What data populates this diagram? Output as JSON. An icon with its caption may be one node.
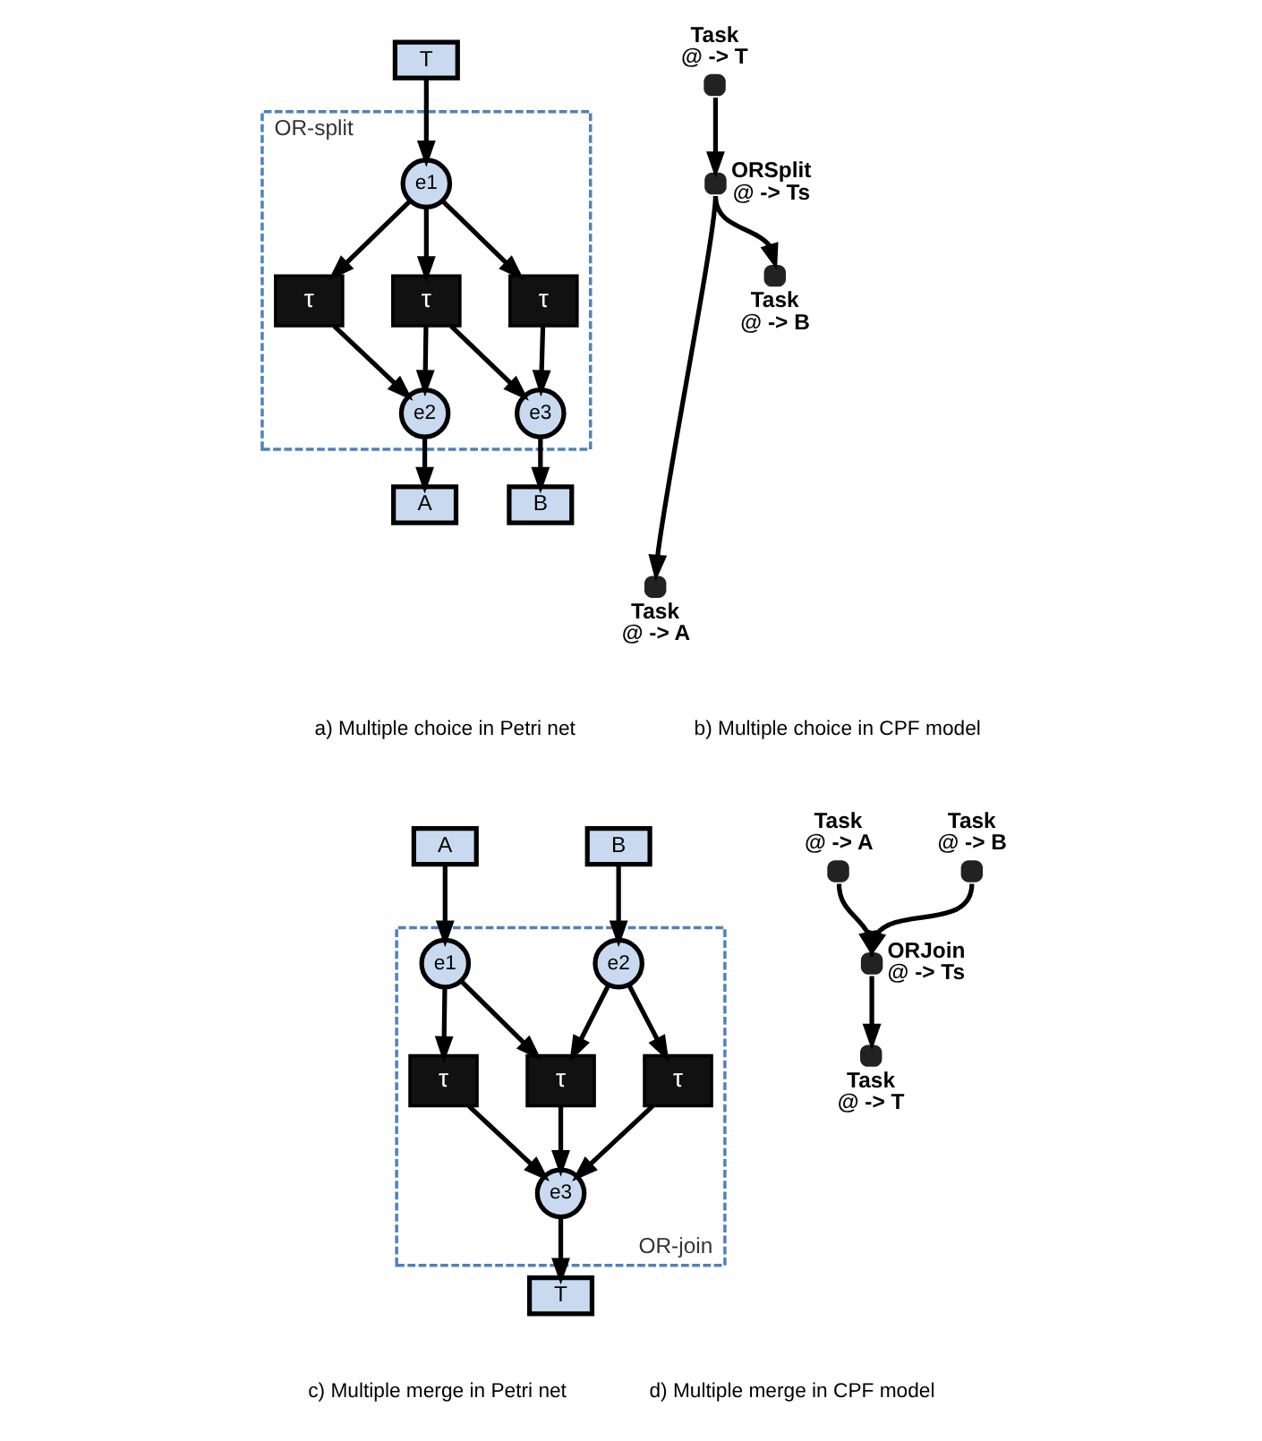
{
  "diagram": {
    "nodes": [
      {
        "text": [
          "T"
        ]
      },
      {
        "text": [
          "OR-split"
        ]
      },
      {
        "text": [
          "e1"
        ],
        "in": 1
      },
      {
        "text": [
          "τ"
        ],
        "in": 1
      },
      {
        "text": [
          "τ"
        ],
        "in": 1
      },
      {
        "text": [
          "τ"
        ],
        "in": 1
      },
      {
        "text": [
          "e2"
        ],
        "in": 1
      },
      {
        "text": [
          "e3"
        ],
        "in": 1
      },
      {
        "text": [
          "A"
        ]
      },
      {
        "text": [
          "B"
        ]
      },
      {
        "text": [],
        "shape": "circle",
        "beside": [
          "Task",
          "@ -> T"
        ]
      },
      {
        "text": [],
        "shape": "circle",
        "beside": [
          "ORSplit",
          "@ -> Ts"
        ]
      },
      {
        "text": [],
        "shape": "circle",
        "beside": [
          "Task",
          "@ -> A"
        ]
      },
      {
        "text": [],
        "shape": "circle",
        "beside": [
          "Task",
          "@ -> B"
        ]
      },
      {
        "text": [
          "A"
        ]
      },
      {
        "text": [
          "B"
        ]
      },
      {
        "text": [
          "OR-join"
        ]
      },
      {
        "text": [
          "e1"
        ],
        "in": 16
      },
      {
        "text": [
          "e2"
        ],
        "in": 16
      },
      {
        "text": [
          "τ"
        ],
        "in": 16
      },
      {
        "text": [
          "τ"
        ],
        "in": 16
      },
      {
        "text": [
          "τ"
        ],
        "in": 16
      },
      {
        "text": [
          "e3"
        ],
        "in": 16
      },
      {
        "text": [
          "T"
        ]
      },
      {
        "text": [],
        "shape": "circle",
        "beside": [
          "Task",
          "@ -> A"
        ]
      },
      {
        "text": [],
        "shape": "circle",
        "beside": [
          "Task",
          "@ -> B"
        ]
      },
      {
        "text": [],
        "shape": "circle",
        "beside": [
          "ORJoin",
          "@ -> Ts"
        ]
      },
      {
        "text": [],
        "shape": "circle",
        "beside": [
          "Task",
          "@ -> T"
        ]
      }
    ],
    "edges": [
      {
        "from": 0,
        "to": 2,
        "arrow": "to"
      },
      {
        "from": 2,
        "to": 3,
        "arrow": "to"
      },
      {
        "from": 2,
        "to": 4,
        "arrow": "to"
      },
      {
        "from": 2,
        "to": 5,
        "arrow": "to"
      },
      {
        "from": 3,
        "to": 6,
        "arrow": "to"
      },
      {
        "from": 4,
        "to": 6,
        "arrow": "to"
      },
      {
        "from": 4,
        "to": 7,
        "arrow": "to"
      },
      {
        "from": 5,
        "to": 7,
        "arrow": "to"
      },
      {
        "from": 6,
        "to": 8,
        "arrow": "to"
      },
      {
        "from": 7,
        "to": 9,
        "arrow": "to"
      },
      {
        "from": 10,
        "to": 11,
        "arrow": "to"
      },
      {
        "from": 11,
        "to": 12,
        "arrow": "to"
      },
      {
        "from": 11,
        "to": 13,
        "arrow": "to"
      },
      {
        "from": 14,
        "to": 17,
        "arrow": "to"
      },
      {
        "from": 15,
        "to": 18,
        "arrow": "to"
      },
      {
        "from": 17,
        "to": 19,
        "arrow": "to"
      },
      {
        "from": 17,
        "to": 20,
        "arrow": "to"
      },
      {
        "from": 18,
        "to": 20,
        "arrow": "to"
      },
      {
        "from": 18,
        "to": 21,
        "arrow": "to"
      },
      {
        "from": 19,
        "to": 22,
        "arrow": "to"
      },
      {
        "from": 20,
        "to": 22,
        "arrow": "to"
      },
      {
        "from": 21,
        "to": 22,
        "arrow": "to"
      },
      {
        "from": 22,
        "to": 23,
        "arrow": "to"
      },
      {
        "from": 24,
        "to": 26,
        "arrow": "to"
      },
      {
        "from": 25,
        "to": 26,
        "arrow": "to"
      },
      {
        "from": 26,
        "to": 27,
        "arrow": "to"
      }
    ],
    "labels": [
      "a) Multiple choice in Petri net",
      "b) Multiple choice in CPF model",
      "c) Multiple merge in Petri net",
      "d) Multiple merge in CPF model"
    ]
  }
}
